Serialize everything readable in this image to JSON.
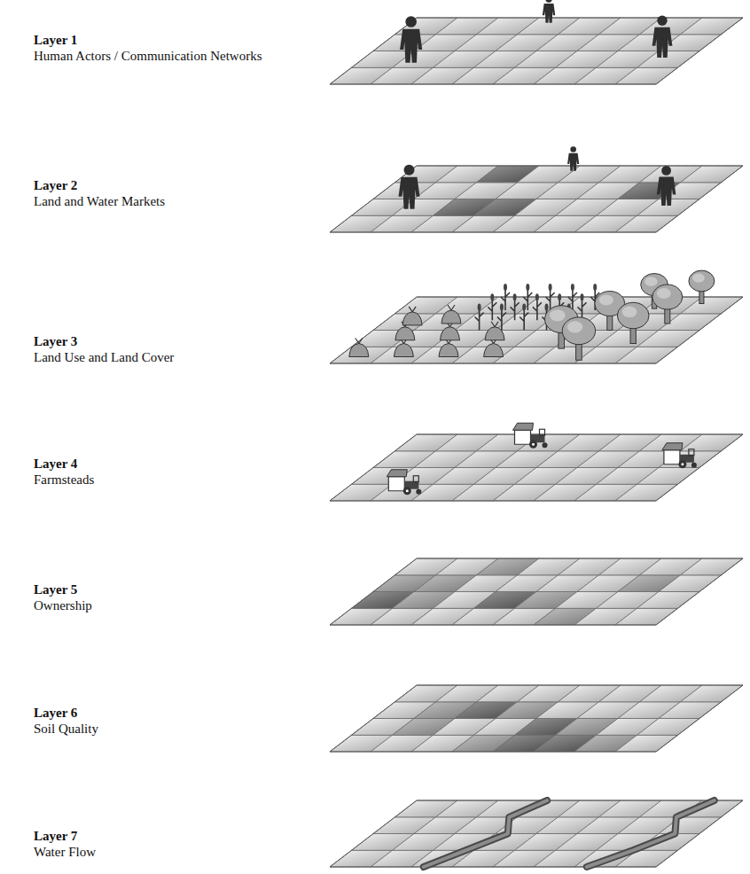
{
  "diagram": {
    "labels": [
      "Layer 1",
      "Human Actors / Communication Networks",
      "Layer 2",
      "Land and Water Markets",
      "Layer 3",
      "Land Use and Land Cover",
      "Layer 4",
      "Farmsteads",
      "Layer 5",
      "Ownership",
      "Layer 6",
      "Soil Quality",
      "Layer 7",
      "Water Flow"
    ]
  }
}
